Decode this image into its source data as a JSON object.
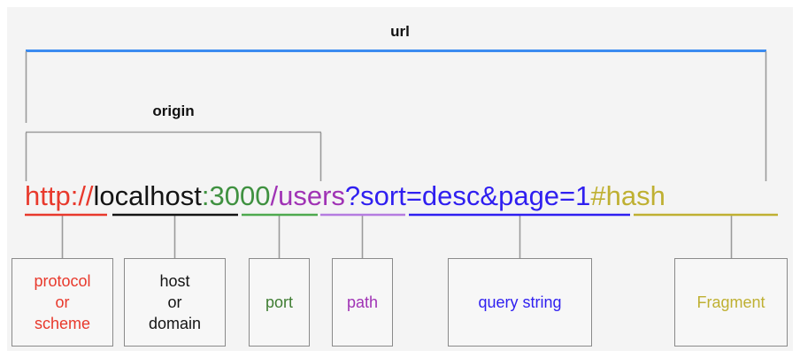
{
  "diagram": {
    "title": "URL anatomy diagram",
    "background": "#f4f4f4",
    "brackets": [
      {
        "name": "url",
        "label": "url",
        "color": "#3b8bf0",
        "leg_color": "#9a9a9a"
      },
      {
        "name": "origin",
        "label": "origin",
        "color": "#9a9a9a",
        "leg_color": "#9a9a9a"
      }
    ],
    "url_text": "http://localhost:3000/users?sort=desc&page=1#hash",
    "segments": [
      {
        "name": "protocol",
        "text": "http://",
        "color": "#e8392c",
        "underline": "#e8392c"
      },
      {
        "name": "host",
        "text": "localhost",
        "color": "#141414",
        "underline": "#141414"
      },
      {
        "name": "port",
        "text": ":3000",
        "color": "#3f9140",
        "underline": "#4ea94f"
      },
      {
        "name": "path",
        "text": "/users",
        "color": "#a033b5",
        "underline": "#b57ce0"
      },
      {
        "name": "query",
        "text": "?sort=desc&page=1",
        "color": "#2f1ff0",
        "underline": "#2f1ff0"
      },
      {
        "name": "fragment",
        "text": "#hash",
        "color": "#bfb032",
        "underline": "#bfb032"
      }
    ],
    "boxes": [
      {
        "name": "protocol-box",
        "label": "protocol\nor\nscheme",
        "color": "#e8392c"
      },
      {
        "name": "host-box",
        "label": "host\nor\ndomain",
        "color": "#141414"
      },
      {
        "name": "port-box",
        "label": "port",
        "color": "#3f7d32"
      },
      {
        "name": "path-box",
        "label": "path",
        "color": "#a033b5"
      },
      {
        "name": "query-box",
        "label": "query string",
        "color": "#2f1ff0"
      },
      {
        "name": "fragment-box",
        "label": "Fragment",
        "color": "#bfb032"
      }
    ]
  }
}
